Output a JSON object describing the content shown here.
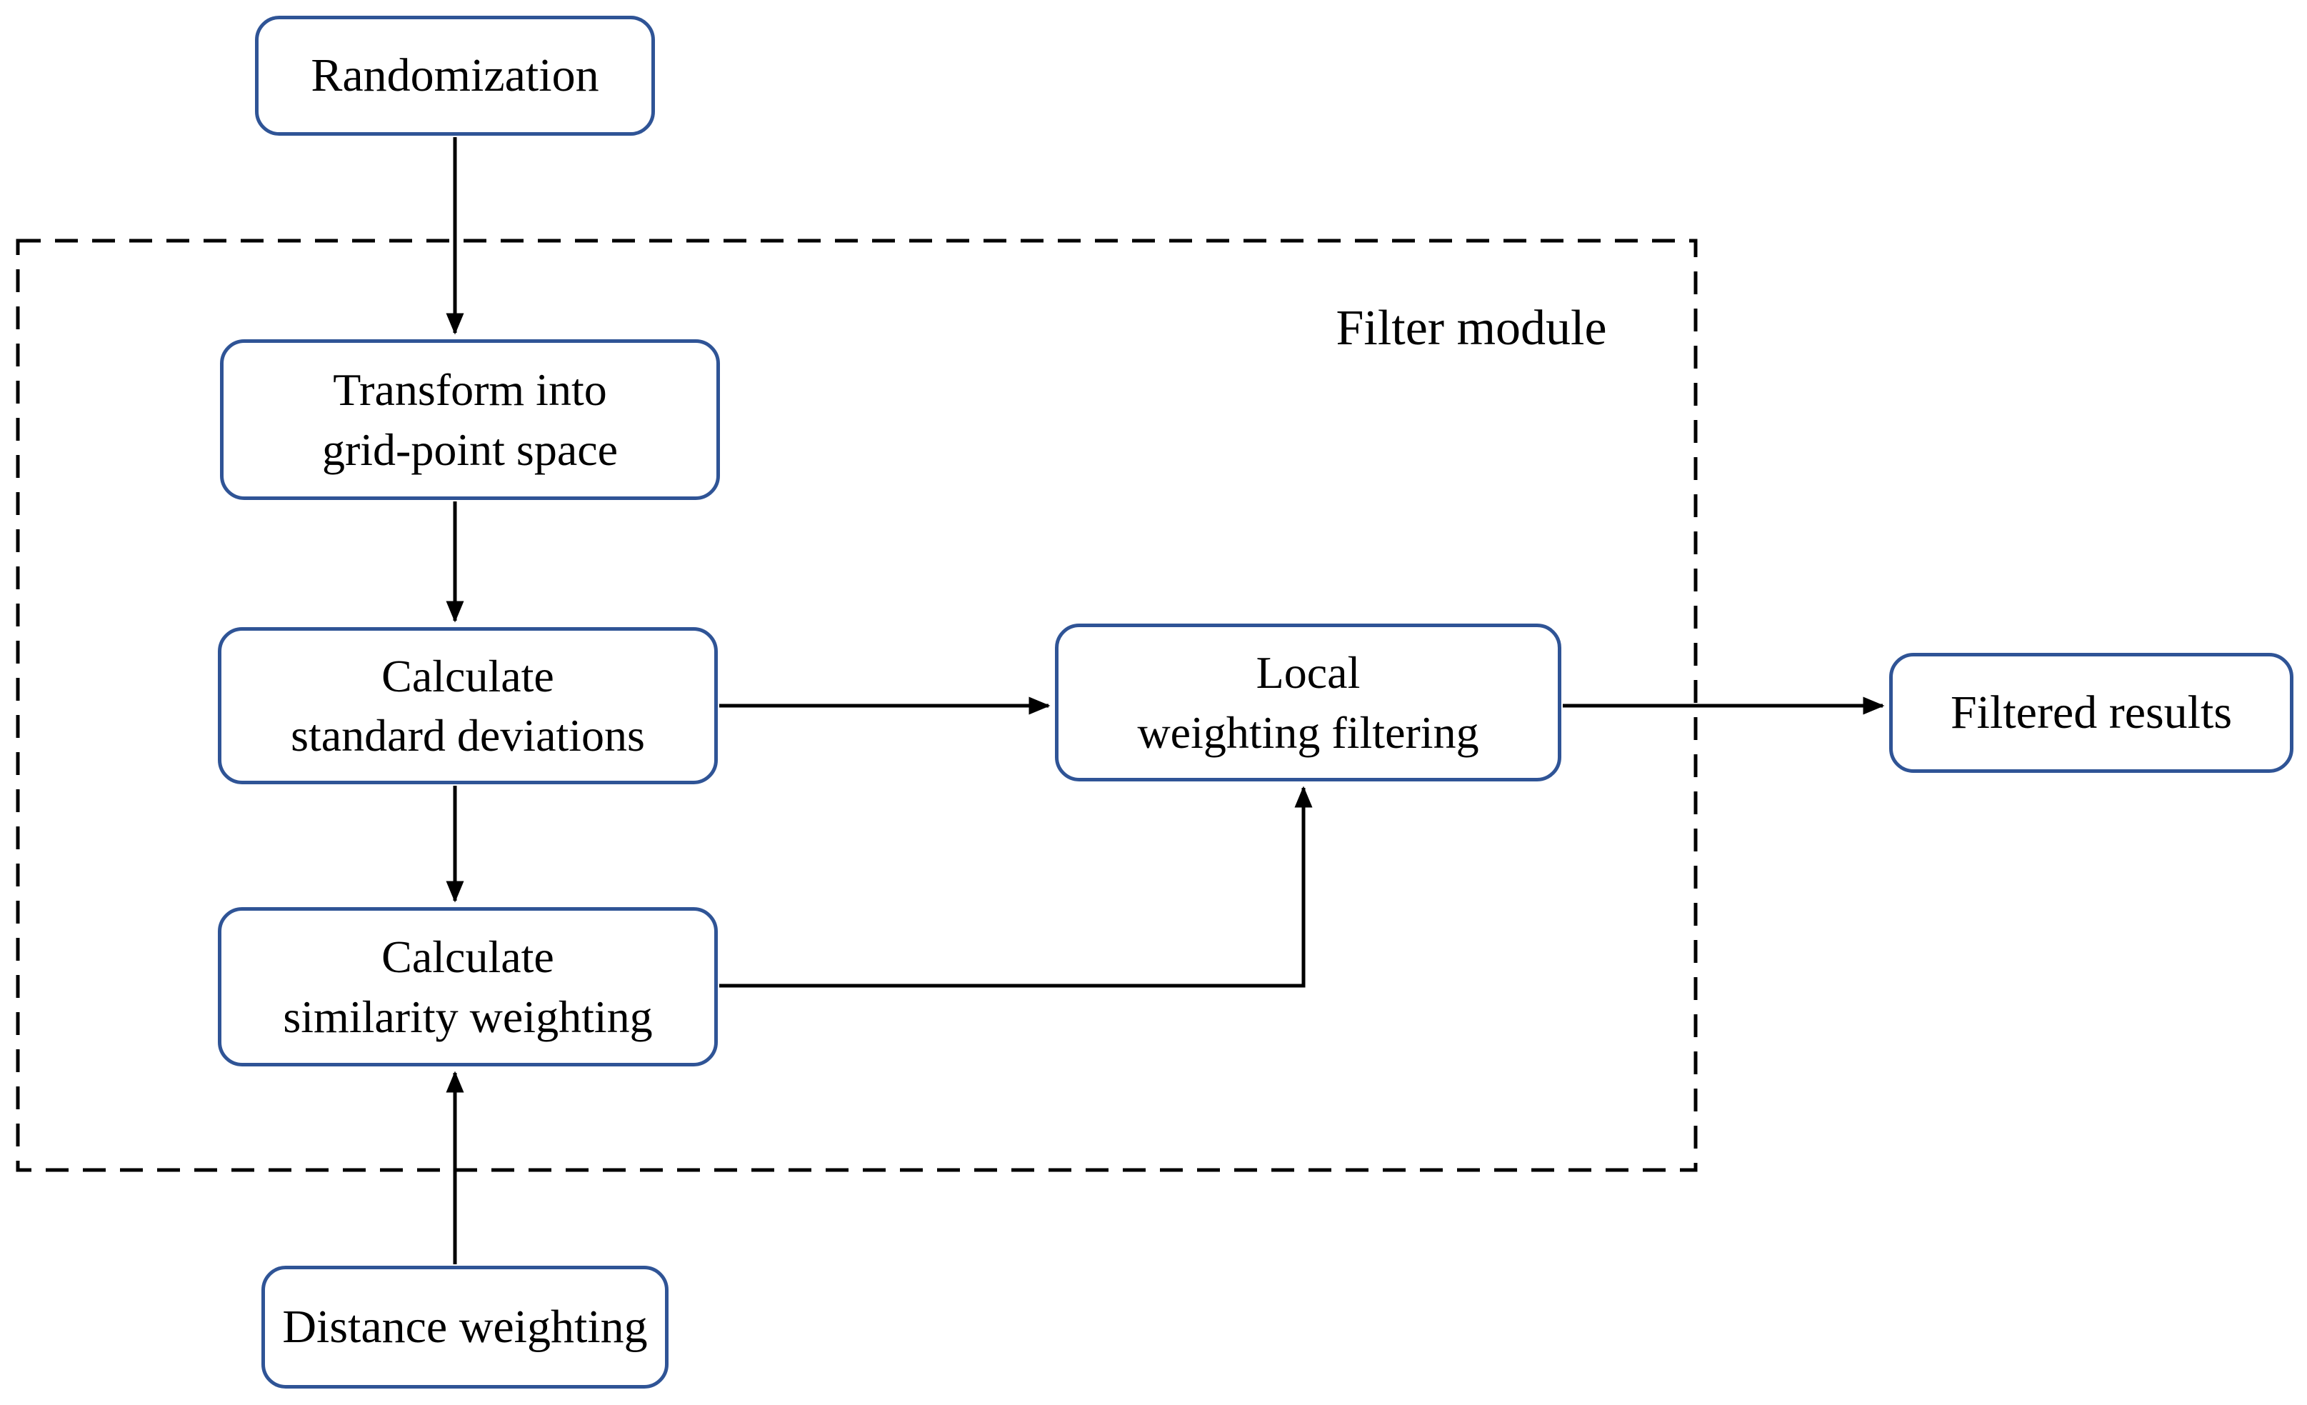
{
  "figure": {
    "type": "flowchart",
    "module": {
      "label": "Filter module"
    },
    "nodes": {
      "randomization": {
        "label": "Randomization"
      },
      "transform": {
        "label": "Transform into\ngrid-point space"
      },
      "calc_std": {
        "label": "Calculate\nstandard deviations"
      },
      "calc_sim": {
        "label": "Calculate\nsimilarity weighting"
      },
      "distance": {
        "label": "Distance weighting"
      },
      "local": {
        "label": "Local\nweighting filtering"
      },
      "filtered": {
        "label": "Filtered results"
      }
    },
    "edges": [
      {
        "from": "Randomization",
        "to": "Transform into grid-point space",
        "direction": "down"
      },
      {
        "from": "Transform into grid-point space",
        "to": "Calculate standard deviations",
        "direction": "down"
      },
      {
        "from": "Calculate standard deviations",
        "to": "Calculate similarity weighting",
        "direction": "down"
      },
      {
        "from": "Distance weighting",
        "to": "Calculate similarity weighting",
        "direction": "up"
      },
      {
        "from": "Calculate standard deviations",
        "to": "Local weighting filtering",
        "direction": "right"
      },
      {
        "from": "Calculate similarity weighting",
        "to": "Local weighting filtering",
        "direction": "right-then-up"
      },
      {
        "from": "Local weighting filtering",
        "to": "Filtered results",
        "direction": "right"
      }
    ],
    "nodes_inside_module": [
      "Transform into grid-point space",
      "Calculate standard deviations",
      "Calculate similarity weighting",
      "Local weighting filtering"
    ],
    "colors": {
      "background": "#ffffff",
      "node_border": "#2F5496",
      "node_fill": "#ffffff",
      "module_border": "#000000",
      "arrow": "#000000",
      "text": "#000000"
    }
  }
}
